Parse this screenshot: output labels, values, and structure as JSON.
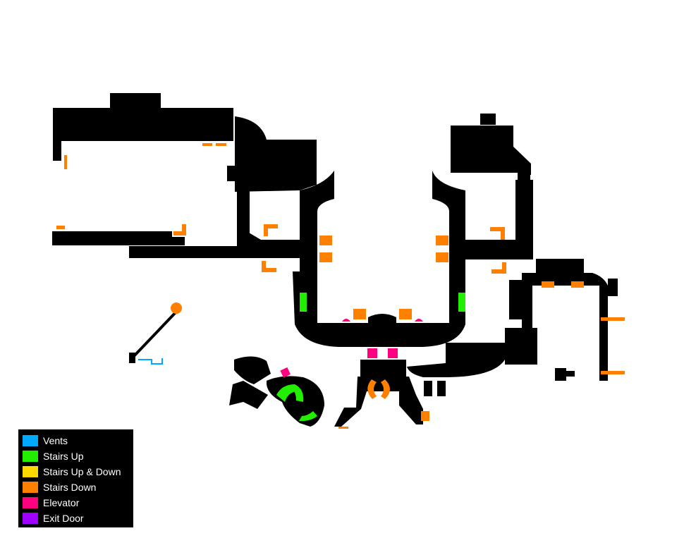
{
  "legend": {
    "items": [
      {
        "label": "Vents",
        "color": "#00a8ff"
      },
      {
        "label": "Stairs Up",
        "color": "#22ee00"
      },
      {
        "label": "Stairs Up & Down",
        "color": "#ffd800"
      },
      {
        "label": "Stairs Down",
        "color": "#ff7f00"
      },
      {
        "label": "Elevator",
        "color": "#ff0080"
      },
      {
        "label": "Exit Door",
        "color": "#a000ff"
      }
    ]
  },
  "colors": {
    "floor": "#000000",
    "background": "#ffffff",
    "vents": "#00a8ff",
    "stairs_up": "#22ee00",
    "stairs_down": "#ff7f00",
    "elevator": "#ff0080"
  }
}
